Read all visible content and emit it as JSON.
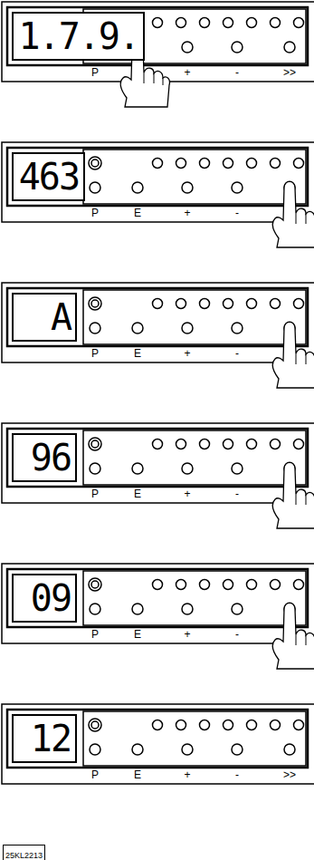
{
  "diagram": {
    "nodes": [
      {
        "text": [
          "1.7.9."
        ]
      },
      {
        "text": [
          "463"
        ]
      },
      {
        "text": [
          "A"
        ]
      },
      {
        "text": [
          "96"
        ]
      },
      {
        "text": [
          "09"
        ]
      },
      {
        "text": [
          "12"
        ]
      },
      {
        "text": [
          "25KL2213"
        ]
      }
    ],
    "labels": [
      "P",
      "+",
      "-",
      ">>",
      "P",
      "E",
      "+",
      "-",
      "P",
      "E",
      "+",
      "-",
      "P",
      "E",
      "+",
      "-",
      "P",
      "E",
      "+",
      "-",
      "P",
      "E",
      "+",
      "-",
      ">>"
    ]
  }
}
